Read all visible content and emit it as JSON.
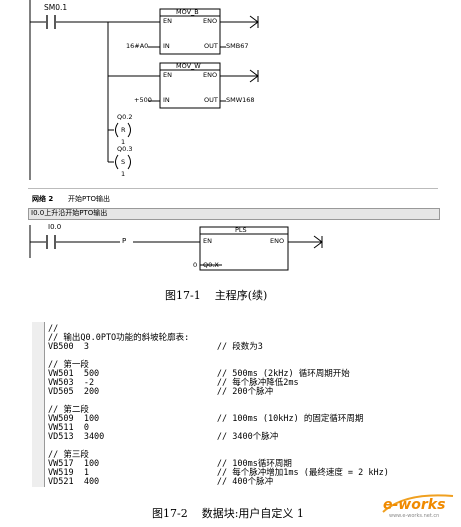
{
  "ladder": {
    "contact_top": "SM0.1",
    "mov_b": {
      "title": "MOV_B",
      "en": "EN",
      "eno": "ENO",
      "in_val": "16#A0",
      "in": "IN",
      "out": "OUT",
      "out_val": "SMB67"
    },
    "mov_w": {
      "title": "MOV_W",
      "en": "EN",
      "eno": "ENO",
      "in_val": "+500",
      "in": "IN",
      "out": "OUT",
      "out_val": "SMW168"
    },
    "coil_r": {
      "addr": "Q0.2",
      "type": "R",
      "count": "1"
    },
    "coil_s": {
      "addr": "Q0.3",
      "type": "S",
      "count": "1"
    },
    "network2": {
      "label": "网络 2",
      "title": "开始PTO输出",
      "comment": "I0.0上升沿开始PTO输出",
      "contact": "I0.0",
      "edge": "P",
      "pls": {
        "title": "PLS",
        "en": "EN",
        "eno": "ENO",
        "in_val": "0",
        "in": "Q0.X"
      }
    }
  },
  "caption1": "图17-1    主程序(续)",
  "code_lines": [
    "//",
    "// 输出Q0.0PTO功能的斜坡轮廓表:",
    "VB500  3                         // 段数为3",
    "",
    "// 第一段",
    "VW501  500                       // 500ms (2kHz) 循环周期开始",
    "VW503  -2                        // 每个脉冲降低2ms",
    "VD505  200                       // 200个脉冲",
    "",
    "// 第二段",
    "VW509  100                       // 100ms (10kHz) 的固定循环周期",
    "VW511  0",
    "VD513  3400                      // 3400个脉冲",
    "",
    "// 第三段",
    "VW517  100                       // 100ms循环周期",
    "VW519  1                         // 每个脉冲增加1ms (最终速度 = 2 kHz)",
    "VD521  400                       // 400个脉冲"
  ],
  "caption2": "图17-2    数据块:用户自定义 1",
  "watermark": "e-works",
  "watermark_sub": "www.e-works.net.cn"
}
